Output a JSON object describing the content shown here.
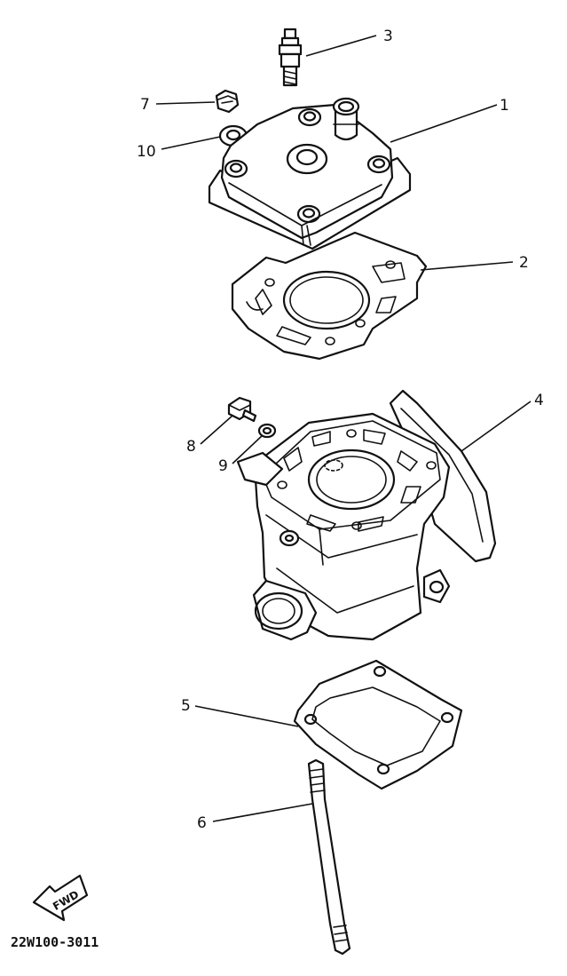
{
  "diagram": {
    "drawing_code": "22W100-3011",
    "direction_marker": "FWD",
    "callouts": [
      "1",
      "2",
      "3",
      "4",
      "5",
      "6",
      "7",
      "8",
      "9",
      "10"
    ],
    "colors": {
      "ink": "#111111",
      "paper": "#ffffff"
    }
  }
}
